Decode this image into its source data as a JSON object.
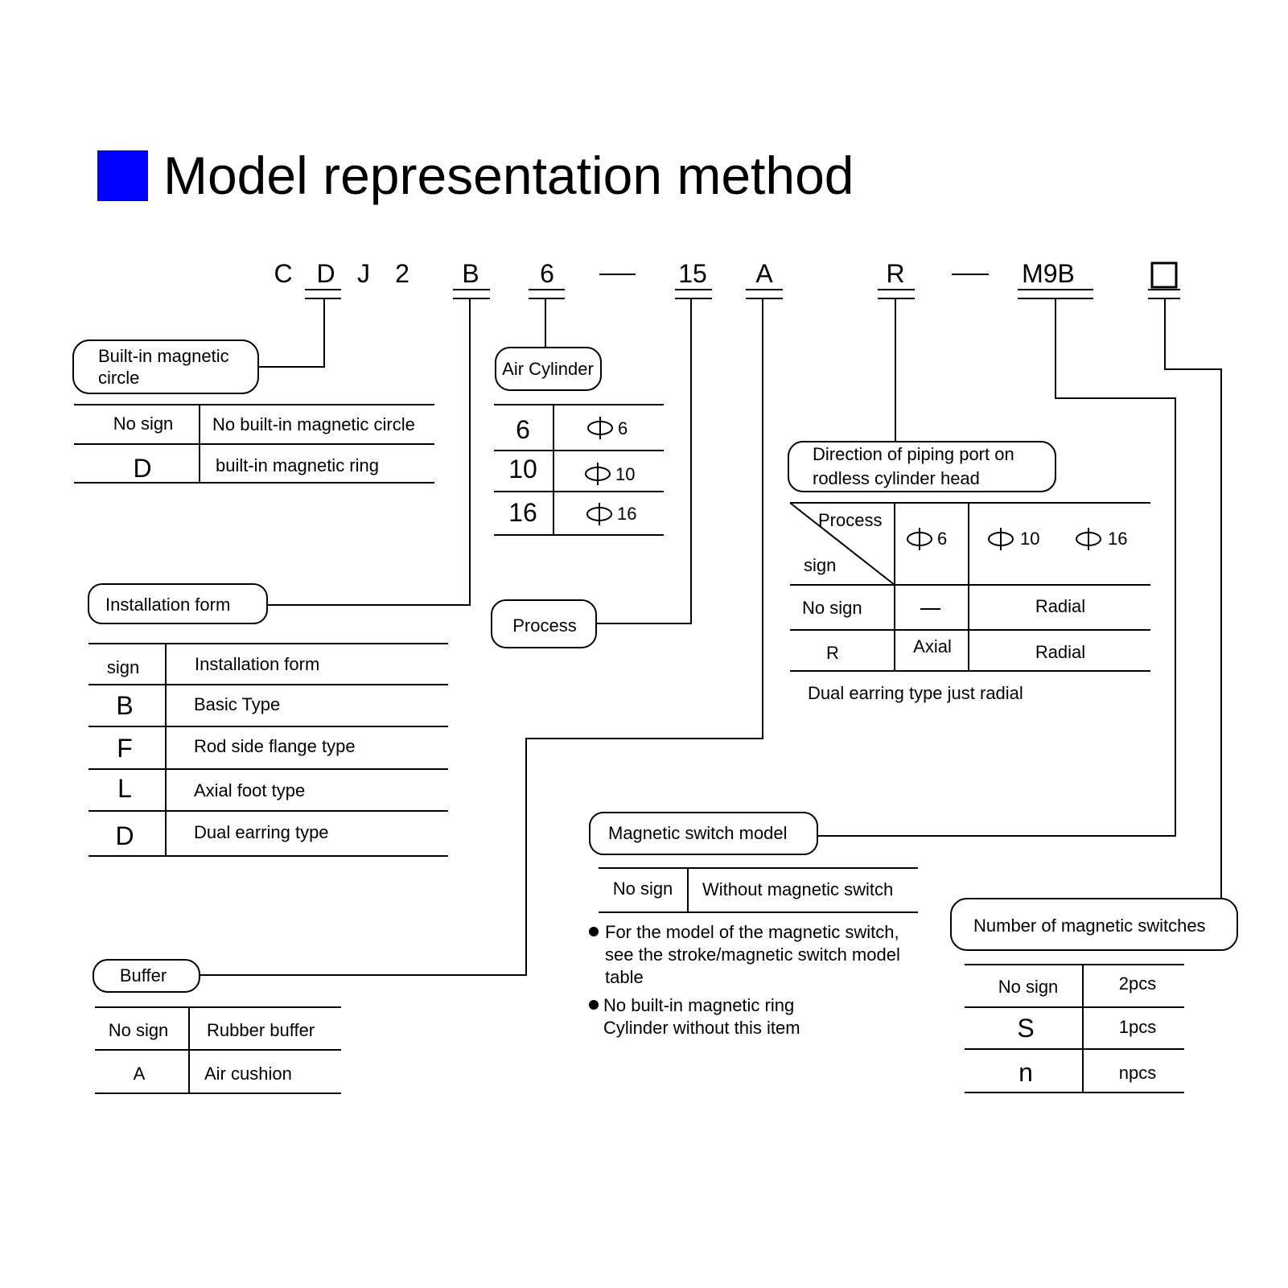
{
  "title": "Model representation method",
  "colors": {
    "title_square": "#0000ff",
    "lines": "#000000"
  },
  "model_code": [
    "C",
    "D",
    "J",
    "2",
    "B",
    "6",
    "—",
    "15",
    "A",
    "R",
    "—",
    "M9B",
    "□"
  ],
  "magnetic_circle": {
    "label": "Built-in magnetic circle",
    "rows": [
      {
        "sign": "No sign",
        "desc": "No built-in magnetic circle"
      },
      {
        "sign": "D",
        "desc": "built-in magnetic ring"
      }
    ]
  },
  "air_cylinder": {
    "label": "Air Cylinder",
    "rows": [
      {
        "size": "6",
        "bore": "6"
      },
      {
        "size": "10",
        "bore": "10"
      },
      {
        "size": "16",
        "bore": "16"
      }
    ]
  },
  "installation": {
    "label": "Installation form",
    "header": {
      "sign": "sign",
      "desc": "Installation form"
    },
    "rows": [
      {
        "sign": "B",
        "desc": "Basic Type"
      },
      {
        "sign": "F",
        "desc": "Rod side flange type"
      },
      {
        "sign": "L",
        "desc": "Axial foot type"
      },
      {
        "sign": "D",
        "desc": "Dual earring type"
      }
    ]
  },
  "process": {
    "label": "Process"
  },
  "piping": {
    "label": "Direction of piping port on rodless cylinder head",
    "header": {
      "top": "Process",
      "bottom": "sign",
      "cols": [
        "6",
        "10",
        "16"
      ]
    },
    "rows": [
      {
        "sign": "No sign",
        "col1": "—",
        "col2": "Radial"
      },
      {
        "sign": "R",
        "col1": "Axial",
        "col2": "Radial"
      }
    ],
    "note": "Dual earring type just radial"
  },
  "magnetic_switch": {
    "label": "Magnetic switch model",
    "rows": [
      {
        "sign": "No sign",
        "desc": "Without magnetic switch"
      }
    ],
    "notes": [
      [
        "For the model of the magnetic switch,",
        "see the stroke/magnetic switch model",
        "table"
      ],
      [
        "No built-in magnetic ring",
        "Cylinder without this item"
      ]
    ]
  },
  "buffer": {
    "label": "Buffer",
    "rows": [
      {
        "sign": "No sign",
        "desc": "Rubber buffer"
      },
      {
        "sign": "A",
        "desc": "Air cushion"
      }
    ]
  },
  "switch_count": {
    "label": "Number of magnetic switches",
    "rows": [
      {
        "sign": "No sign",
        "desc": "2pcs"
      },
      {
        "sign": "S",
        "desc": "1pcs"
      },
      {
        "sign": "n",
        "desc": "npcs"
      }
    ]
  }
}
